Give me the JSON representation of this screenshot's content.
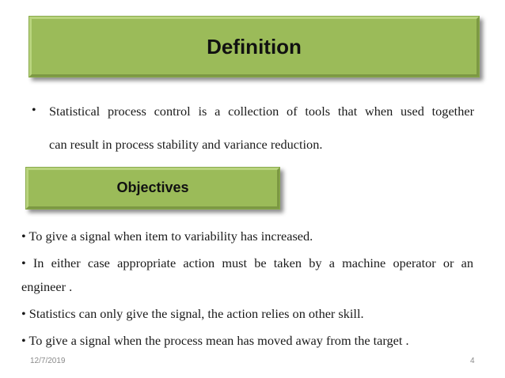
{
  "slide": {
    "title": "Definition",
    "definition_bullet": "•",
    "definition_line1": "Statistical process control is a collection of tools that when used together",
    "definition_line2": "can result in process stability and variance reduction.",
    "objectives_heading": "Objectives",
    "objectives": [
      "• To give a signal when item to variability has increased.",
      "• In either case appropriate action must be taken by a machine operator or an",
      "engineer .",
      "• Statistics can only give the signal, the action relies on other skill.",
      "• To give a signal when the process mean has moved away from the target ."
    ]
  },
  "footer": {
    "date": "12/7/2019",
    "page_number": "4"
  },
  "colors": {
    "banner_fill": "#9bbb59",
    "text": "#1a1a1a",
    "footer_text": "#8a8a8a"
  }
}
